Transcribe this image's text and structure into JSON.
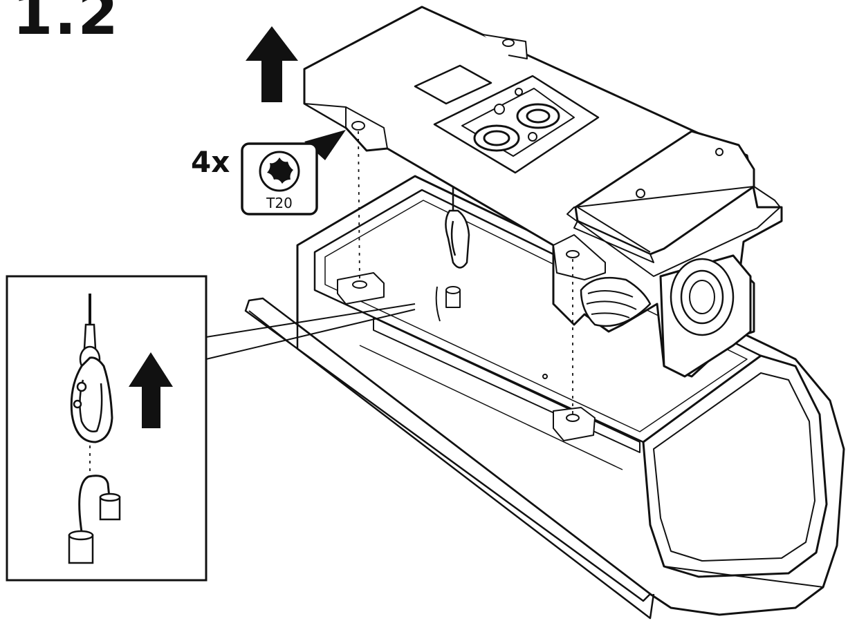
{
  "step": {
    "number": "1.2"
  },
  "tool": {
    "quantity": "4x",
    "bit": "T20",
    "icon": "torx-bit-icon"
  },
  "colors": {
    "ink": "#111111",
    "paper": "#ffffff"
  }
}
